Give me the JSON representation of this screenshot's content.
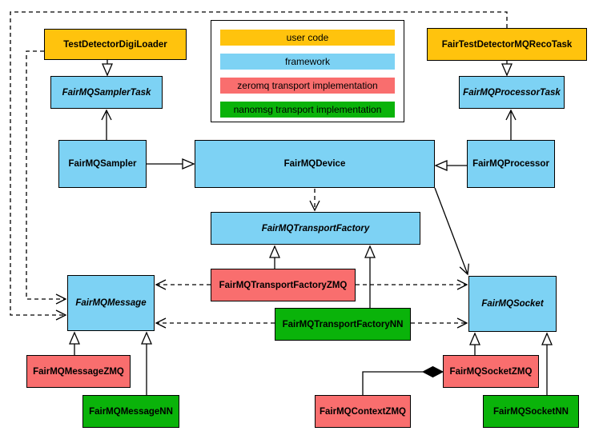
{
  "colors": {
    "user_code": "#FFC30D",
    "framework": "#7DD2F4",
    "zeromq": "#F96E6E",
    "nanomsg": "#0AB30A",
    "line": "#000000",
    "background": "#FFFFFF"
  },
  "legend": {
    "items": [
      {
        "label": "user code",
        "color": "#FFC30D"
      },
      {
        "label": "framework",
        "color": "#7DD2F4"
      },
      {
        "label": "zeromq transport implementation",
        "color": "#F96E6E"
      },
      {
        "label": "nanomsg transport implementation",
        "color": "#0AB30A"
      }
    ]
  },
  "nodes": {
    "test_detector_digi_loader": {
      "label": "TestDetectorDigiLoader",
      "category": "user_code",
      "abstract": false
    },
    "fair_test_detector_mq_reco_task": {
      "label": "FairTestDetectorMQRecoTask",
      "category": "user_code",
      "abstract": false
    },
    "fairmq_sampler_task": {
      "label": "FairMQSamplerTask",
      "category": "framework",
      "abstract": true
    },
    "fairmq_processor_task": {
      "label": "FairMQProcessorTask",
      "category": "framework",
      "abstract": true
    },
    "fairmq_sampler": {
      "label": "FairMQSampler",
      "category": "framework",
      "abstract": false
    },
    "fairmq_device": {
      "label": "FairMQDevice",
      "category": "framework",
      "abstract": false
    },
    "fairmq_processor": {
      "label": "FairMQProcessor",
      "category": "framework",
      "abstract": false
    },
    "fairmq_transport_factory": {
      "label": "FairMQTransportFactory",
      "category": "framework",
      "abstract": true
    },
    "fairmq_transport_factory_zmq": {
      "label": "FairMQTransportFactoryZMQ",
      "category": "zeromq",
      "abstract": false
    },
    "fairmq_transport_factory_nn": {
      "label": "FairMQTransportFactoryNN",
      "category": "nanomsg",
      "abstract": false
    },
    "fairmq_message": {
      "label": "FairMQMessage",
      "category": "framework",
      "abstract": true
    },
    "fairmq_socket": {
      "label": "FairMQSocket",
      "category": "framework",
      "abstract": true
    },
    "fairmq_message_zmq": {
      "label": "FairMQMessageZMQ",
      "category": "zeromq",
      "abstract": false
    },
    "fairmq_message_nn": {
      "label": "FairMQMessageNN",
      "category": "nanomsg",
      "abstract": false
    },
    "fairmq_context_zmq": {
      "label": "FairMQContextZMQ",
      "category": "zeromq",
      "abstract": false
    },
    "fairmq_socket_zmq": {
      "label": "FairMQSocketZMQ",
      "category": "zeromq",
      "abstract": false
    },
    "fairmq_socket_nn": {
      "label": "FairMQSocketNN",
      "category": "nanomsg",
      "abstract": false
    }
  },
  "edges": [
    {
      "from": "TestDetectorDigiLoader",
      "to": "FairMQSamplerTask",
      "type": "inheritance",
      "line": "solid"
    },
    {
      "from": "FairTestDetectorMQRecoTask",
      "to": "FairMQProcessorTask",
      "type": "inheritance",
      "line": "solid"
    },
    {
      "from": "FairMQSampler",
      "to": "FairMQSamplerTask",
      "type": "association",
      "line": "solid"
    },
    {
      "from": "FairMQProcessor",
      "to": "FairMQProcessorTask",
      "type": "association",
      "line": "solid"
    },
    {
      "from": "FairMQSampler",
      "to": "FairMQDevice",
      "type": "inheritance",
      "line": "solid"
    },
    {
      "from": "FairMQProcessor",
      "to": "FairMQDevice",
      "type": "inheritance",
      "line": "solid"
    },
    {
      "from": "FairMQDevice",
      "to": "FairMQTransportFactory",
      "type": "dependency",
      "line": "dashed"
    },
    {
      "from": "FairMQDevice",
      "to": "FairMQSocket",
      "type": "association",
      "line": "solid"
    },
    {
      "from": "FairMQTransportFactoryZMQ",
      "to": "FairMQTransportFactory",
      "type": "inheritance",
      "line": "solid"
    },
    {
      "from": "FairMQTransportFactoryNN",
      "to": "FairMQTransportFactory",
      "type": "inheritance",
      "line": "solid"
    },
    {
      "from": "FairMQMessageZMQ",
      "to": "FairMQMessage",
      "type": "inheritance",
      "line": "solid"
    },
    {
      "from": "FairMQMessageNN",
      "to": "FairMQMessage",
      "type": "inheritance",
      "line": "solid"
    },
    {
      "from": "FairMQSocketZMQ",
      "to": "FairMQSocket",
      "type": "inheritance",
      "line": "solid"
    },
    {
      "from": "FairMQSocketNN",
      "to": "FairMQSocket",
      "type": "inheritance",
      "line": "solid"
    },
    {
      "from": "FairMQSocketZMQ",
      "to": "FairMQContextZMQ",
      "type": "composition",
      "line": "solid"
    },
    {
      "from": "FairMQTransportFactoryZMQ",
      "to": "FairMQMessage",
      "type": "dependency",
      "line": "dashed"
    },
    {
      "from": "FairMQTransportFactoryZMQ",
      "to": "FairMQSocket",
      "type": "dependency",
      "line": "dashed"
    },
    {
      "from": "FairMQTransportFactoryNN",
      "to": "FairMQMessage",
      "type": "dependency",
      "line": "dashed"
    },
    {
      "from": "FairMQTransportFactoryNN",
      "to": "FairMQSocket",
      "type": "dependency",
      "line": "dashed"
    },
    {
      "from": "FairTestDetectorMQRecoTask",
      "to": "FairMQMessage",
      "type": "dependency",
      "line": "dashed"
    },
    {
      "from": "TestDetectorDigiLoader",
      "to": "FairMQMessage",
      "type": "dependency",
      "line": "dashed"
    }
  ]
}
